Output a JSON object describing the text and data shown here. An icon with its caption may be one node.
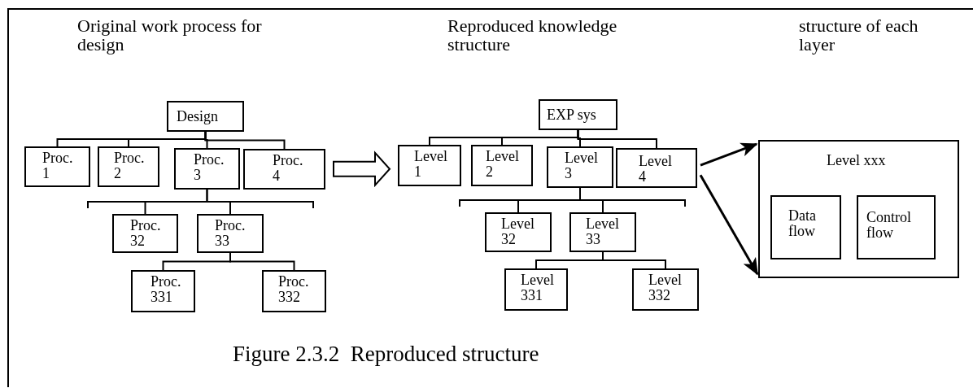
{
  "diagram": {
    "caption": "Figure 2.3.2  Reproduced structure",
    "nodes": [
      {
        "text": [
          "Design"
        ]
      },
      {
        "text": [
          "Proc. 1"
        ]
      },
      {
        "text": [
          "Proc. 2"
        ]
      },
      {
        "text": [
          "Proc. 3"
        ]
      },
      {
        "text": [
          "Proc. 4"
        ]
      },
      {
        "text": [
          "Proc. 32"
        ]
      },
      {
        "text": [
          "Proc. 33"
        ]
      },
      {
        "text": [
          "Proc. 331"
        ]
      },
      {
        "text": [
          "Proc. 332"
        ]
      },
      {
        "text": [
          "EXP sys"
        ]
      },
      {
        "text": [
          "Level 1"
        ]
      },
      {
        "text": [
          "Level 2"
        ]
      },
      {
        "text": [
          "Level 3"
        ]
      },
      {
        "text": [
          "Level 4"
        ]
      },
      {
        "text": [
          "Level 32"
        ]
      },
      {
        "text": [
          "Level 33"
        ]
      },
      {
        "text": [
          "Level 331"
        ]
      },
      {
        "text": [
          "Level 332"
        ]
      },
      {
        "text": [
          "Level xxx"
        ]
      },
      {
        "text": [
          "Data flow"
        ],
        "in": 18
      },
      {
        "text": [
          "Control flow"
        ],
        "in": 18
      }
    ],
    "edges": [
      {
        "from": 0,
        "to": 1,
        "arrow": "none"
      },
      {
        "from": 0,
        "to": 2,
        "arrow": "none"
      },
      {
        "from": 0,
        "to": 3,
        "arrow": "none"
      },
      {
        "from": 0,
        "to": 4,
        "arrow": "none"
      },
      {
        "from": 3,
        "to": 5,
        "arrow": "none"
      },
      {
        "from": 3,
        "to": 6,
        "arrow": "none"
      },
      {
        "from": 6,
        "to": 7,
        "arrow": "none"
      },
      {
        "from": 6,
        "to": 8,
        "arrow": "none"
      },
      {
        "from": 4,
        "to": 10,
        "arrow": "to",
        "style": "thick"
      },
      {
        "from": 9,
        "to": 10,
        "arrow": "none"
      },
      {
        "from": 9,
        "to": 11,
        "arrow": "none"
      },
      {
        "from": 9,
        "to": 12,
        "arrow": "none"
      },
      {
        "from": 9,
        "to": 13,
        "arrow": "none"
      },
      {
        "from": 12,
        "to": 14,
        "arrow": "none"
      },
      {
        "from": 12,
        "to": 15,
        "arrow": "none"
      },
      {
        "from": 15,
        "to": 16,
        "arrow": "none"
      },
      {
        "from": 15,
        "to": 17,
        "arrow": "none"
      },
      {
        "from": 13,
        "to": 18,
        "arrow": "to"
      },
      {
        "from": 13,
        "to": 18,
        "arrow": "to"
      }
    ],
    "labels": [
      "Original work process for design",
      "Reproduced knowledge structure",
      "structure of each layer"
    ]
  }
}
